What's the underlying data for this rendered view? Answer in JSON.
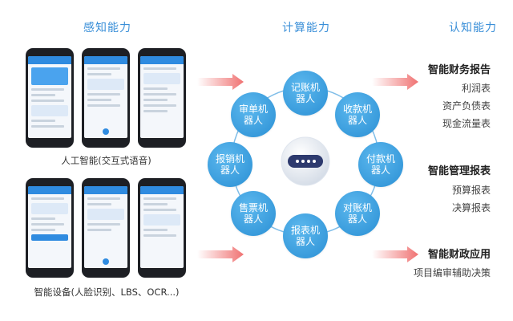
{
  "headers": {
    "perception": "感知能力",
    "computation": "计算能力",
    "cognition": "认知能力"
  },
  "captions": {
    "top_phones": "人工智能(交互式语音)",
    "bottom_phones": "智能设备(人脸识别、LBS、OCR...)"
  },
  "robots": [
    {
      "label": "记账机器人"
    },
    {
      "label": "收款机器人"
    },
    {
      "label": "付款机器人"
    },
    {
      "label": "对账机器人"
    },
    {
      "label": "报表机器人"
    },
    {
      "label": "售票机器人"
    },
    {
      "label": "报销机器人"
    },
    {
      "label": "审单机器人"
    }
  ],
  "cognition": {
    "group1": {
      "title": "智能财务报告",
      "items": [
        "利润表",
        "资产负债表",
        "现金流量表"
      ]
    },
    "group2": {
      "title": "智能管理报表",
      "items": [
        "预算报表",
        "决算报表"
      ]
    },
    "group3": {
      "title": "智能财政应用",
      "items": [
        "项目编审辅助决策"
      ]
    }
  },
  "colors": {
    "accent": "#3a8fd8",
    "robot": "#3d9fe0",
    "arrow": "#ef6b6b"
  }
}
